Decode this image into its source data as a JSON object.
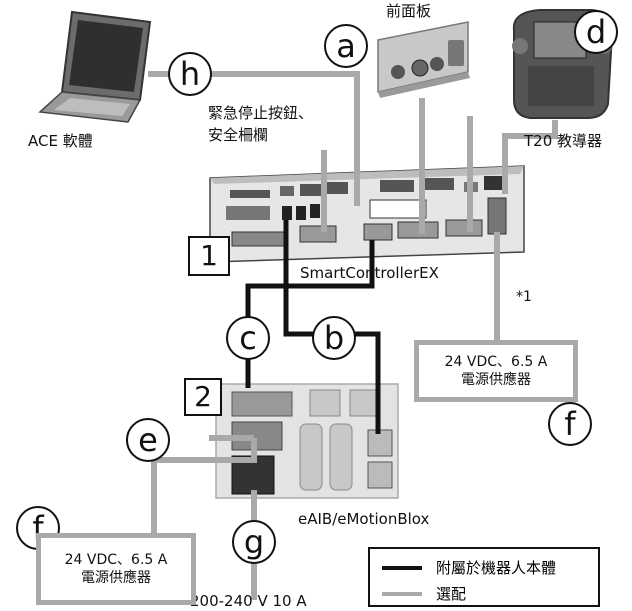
{
  "labels": {
    "front_panel": "前面板",
    "ace_software": "ACE 軟體",
    "teach_pendant": "T20 教導器",
    "estop_fence_line1": "緊急停止按鈕、",
    "estop_fence_line2": "安全柵欄",
    "smartcontroller": "SmartControllerEX",
    "footnote": "*1",
    "eaib": "eAIB/eMotionBlox",
    "mains": "200-240 V 10 A"
  },
  "callouts": {
    "a": "a",
    "b": "b",
    "c": "c",
    "d": "d",
    "e": "e",
    "f_right": "f",
    "f_left": "f",
    "g": "g",
    "h": "h"
  },
  "numbers": {
    "one": "1",
    "two": "2"
  },
  "psu_right": {
    "line1": "24 VDC、6.5 A",
    "line2": "電源供應器"
  },
  "psu_left": {
    "line1": "24 VDC、6.5 A",
    "line2": "電源供應器"
  },
  "legend": {
    "robot_cable": "附屬於機器人本體",
    "optional": "選配"
  },
  "colors": {
    "robot_cable": "#111111",
    "optional_cable": "#a9a9a9"
  },
  "icons": [
    "laptop-icon",
    "front-panel-device",
    "teach-pendant-device",
    "smartcontroller-device",
    "eaib-device"
  ]
}
